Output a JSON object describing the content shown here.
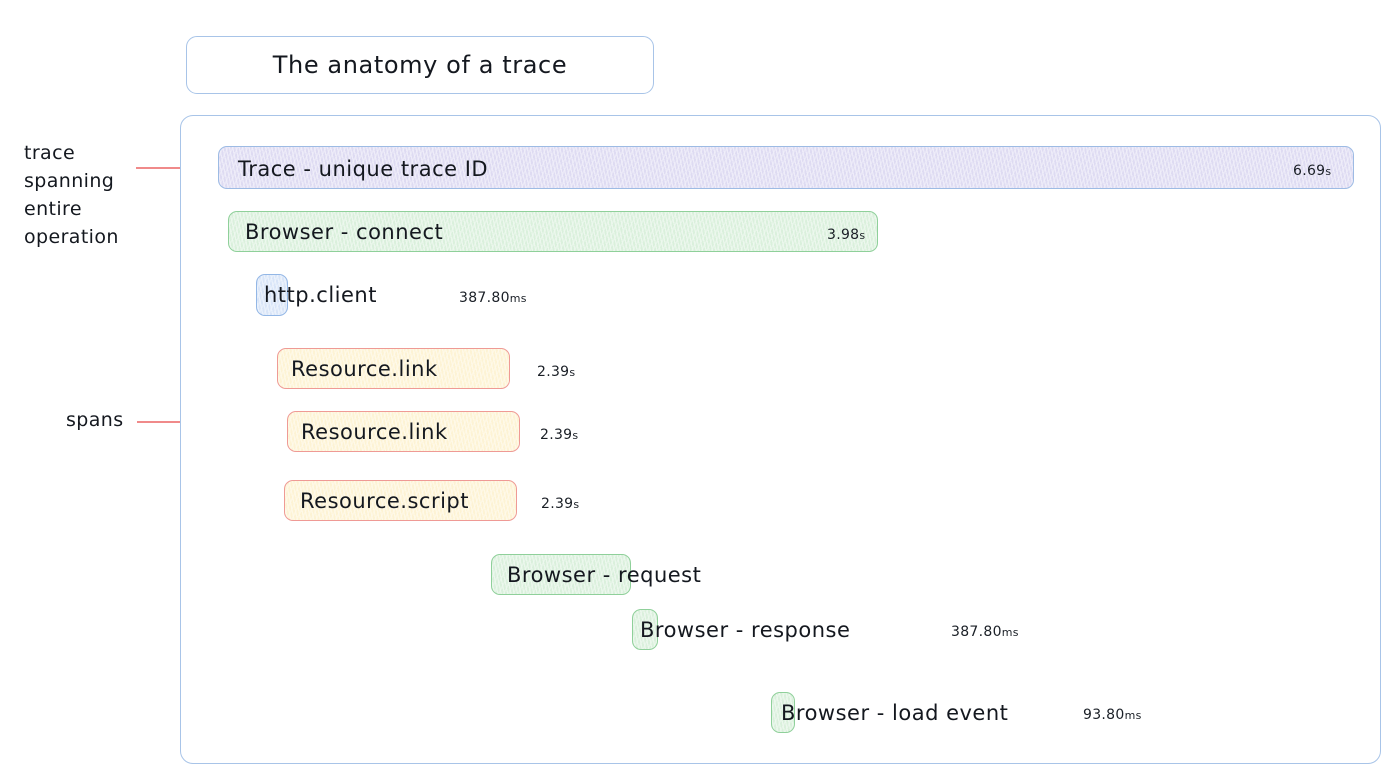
{
  "title": {
    "text": "The anatomy of a trace"
  },
  "annotations": [
    {
      "id": "trace",
      "text": "trace\nspanning\nentire\noperation"
    },
    {
      "id": "spans",
      "text": "spans"
    }
  ],
  "colors": {
    "container_border": "#a8c4e8",
    "trace_fill": "#dedbf2",
    "trace_border": "#9dbbe4",
    "browser_fill": "#daf0dc",
    "browser_border": "#8fd09a",
    "http_fill": "#d9e5f8",
    "http_border": "#93b7e6",
    "resource_fill": "#fdf3d4",
    "resource_border": "#ef9a95",
    "annotation_line": "#f08a8a"
  },
  "chart_data": {
    "type": "bar",
    "title": "The anatomy of a trace",
    "spans": [
      {
        "label": "Trace - unique trace ID",
        "duration": "6.69",
        "unit": "s",
        "duration_inside": true,
        "kind": "trace"
      },
      {
        "label": "Browser - connect",
        "duration": "3.98",
        "unit": "s",
        "duration_inside": true,
        "kind": "browser"
      },
      {
        "label": "http.client",
        "duration": "387.80",
        "unit": "ms",
        "duration_inside": false,
        "kind": "http"
      },
      {
        "label": "Resource.link",
        "duration": "2.39",
        "unit": "s",
        "duration_inside": false,
        "kind": "resource"
      },
      {
        "label": "Resource.link",
        "duration": "2.39",
        "unit": "s",
        "duration_inside": false,
        "kind": "resource"
      },
      {
        "label": "Resource.script",
        "duration": "2.39",
        "unit": "s",
        "duration_inside": false,
        "kind": "resource"
      },
      {
        "label": "Browser - request",
        "duration": "",
        "unit": "",
        "duration_inside": false,
        "kind": "browser"
      },
      {
        "label": "Browser - response",
        "duration": "387.80",
        "unit": "ms",
        "duration_inside": false,
        "kind": "browser"
      },
      {
        "label": "Browser - load event",
        "duration": "93.80",
        "unit": "ms",
        "duration_inside": false,
        "kind": "browser"
      }
    ]
  }
}
